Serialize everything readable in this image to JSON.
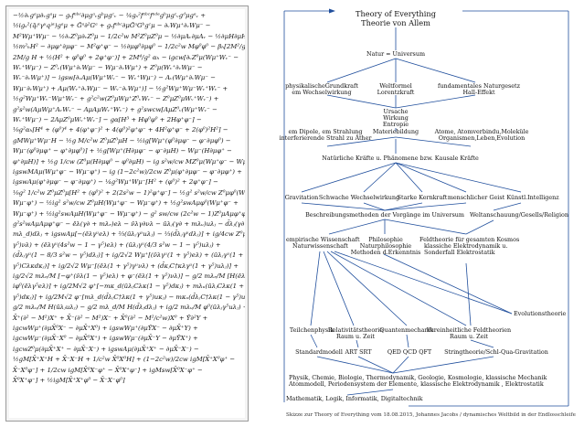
{
  "equation_panel": {
    "lines": [
      "−½∂ᵥgᵃμ∂ᵥgᵃμ − gₛfᵃᵇᶜ∂μgᵃᵥgᵇμgᶜᵥ − ¼gₛ²fᵃᵇᶜfᵃᵈᵉgᵇμgᶜᵥgᵈμgᵉᵥ +",
      "½igₛ²(q̄ᵢᵅγᵘqʲᵅ)gᵃμ + Ḡᵃ∂²Gᵃ + gₛfᵃᵇᶜ∂μḠᵃGᵇgᶜμ − ∂ᵥWμ⁺∂ᵥWμ⁻ −",
      "M²Wμ⁺Wμ⁻ − ½∂ᵥZ⁰μ∂ᵥZ⁰μ − 1/2c²w M²Z⁰μZ⁰μ − ½∂μAᵥ∂μAᵥ − ½∂μH∂μH −",
      "½m²ₕH² − ∂μφ⁺∂μφ⁻ − M²φ⁺φ⁻ − ½∂μφ⁰∂μφ⁰ − 1/2c²w Mφ⁰φ⁰ − βₕ[2M²/g² +",
      "2M/g H + ½(H² + φ⁰φ⁰ + 2φ⁺φ⁻)] + 2M⁴/g² αₕ − igcw[∂ᵥZ⁰μ(Wμ⁺Wᵥ⁻ −",
      "Wᵥ⁺Wμ⁻) − Z⁰ᵥ(Wμ⁺∂ᵥWμ⁻ − Wμ⁻∂ᵥWμ⁺) + Z⁰μ(Wᵥ⁺∂ᵥWμ⁻ −",
      "Wᵥ⁻∂ᵥWμ⁺)] − igsw[∂ᵥAμ(Wμ⁺Wᵥ⁻ − Wᵥ⁺Wμ⁻) − Aᵥ(Wμ⁺∂ᵥWμ⁻ −",
      "Wμ⁻∂ᵥWμ⁺) + Aμ(Wᵥ⁺∂ᵥWμ⁻ − Wᵥ⁻∂ᵥWμ⁺)] − ½g²Wμ⁺Wμ⁻Wᵥ⁺Wᵥ⁻ +",
      "½g²Wμ⁺Wᵥ⁻Wμ⁺Wᵥ⁻ + g²c²w(Z⁰μWμ⁺Z⁰ᵥWᵥ⁻ − Z⁰μZ⁰μWᵥ⁺Wᵥ⁻) +",
      "g²s²w(AμWμ⁺AᵥWᵥ⁻ − AμAμWᵥ⁺Wᵥ⁻) + g²swcw[AμZ⁰ᵥ(Wμ⁺Wᵥ⁻ −",
      "Wᵥ⁺Wμ⁻) − 2AμZ⁰μWᵥ⁺Wᵥ⁻] − gα[H³ + Hφ⁰φ⁰ + 2Hφ⁺φ⁻] −",
      "⅛g²αₕ[H⁴ + (φ⁰)⁴ + 4(φ⁺φ⁻)² + 4(φ⁰)²φ⁺φ⁻ + 4H²φ⁺φ⁻ + 2(φ⁰)²H²] −",
      "gMWμ⁺Wμ⁻H − ½g M/c²w Z⁰μZ⁰μH − ½ig[Wμ⁺(φ⁰∂μφ⁻ − φ⁻∂μφ⁰) −",
      "Wμ⁻(φ⁰∂μφ⁺ − φ⁺∂μφ⁰)] + ½g[Wμ⁺(H∂μφ⁻ − φ⁻∂μH) − Wμ⁻(H∂μφ⁺ −",
      "φ⁺∂μH)] + ½g 1/cw (Z⁰μ(H∂μφ⁰ − φ⁰∂μH) − ig s²w/cw MZ⁰μ(Wμ⁺φ⁻ − Wμ⁻φ⁺) +",
      "igswMAμ(Wμ⁺φ⁻ − Wμ⁻φ⁺) − ig (1−2c²w)/2cw Z⁰μ(φ⁺∂μφ⁻ − φ⁻∂μφ⁺) +",
      "igswAμ(φ⁺∂μφ⁻ − φ⁻∂μφ⁺) − ¼g²Wμ⁺Wμ⁻[H² + (φ⁰)² + 2φ⁺φ⁻] −",
      "⅛g² 1/c²w Z⁰μZ⁰μ[H² + (φ⁰)² + 2(2s²w − 1)²φ⁺φ⁻] − ½g² s²w/cw Z⁰μφ⁰(Wμ⁺φ⁻ +",
      "Wμ⁻φ⁺) − ½ig² s²w/cw Z⁰μH(Wμ⁺φ⁻ − Wμ⁻φ⁺) + ½g²swAμφ⁰(Wμ⁺φ⁻ +",
      "Wμ⁻φ⁺) + ½ig²swAμH(Wμ⁺φ⁻ − Wμ⁻φ⁺) − g² sw/cw (2c²w − 1)Z⁰μAμφ⁺φ⁻ −",
      "g²s²wAμAμφ⁺φ⁻ − ēλ(γ∂ + mλₑ)eλ − ν̄λγ∂νλ − ūλⱼ(γ∂ + mλᵤ)uλⱼ − d̄λⱼ(γ∂ +",
      "mλ_d)dλⱼ + igswAμ[−(ēλγᵘeλ) + ⅔(ūλⱼγᵘuλⱼ) − ⅓(d̄λⱼγᵘdλⱼ)] + ig/4cw Z⁰μ[(ν̄λγᵘ(1 +",
      "γ⁵)νλ) + (ēλγᵘ(4s²w − 1 − γ⁵)eλ) + (ūλⱼγᵘ(4/3 s²w − 1 − γ⁵)uλⱼ) +",
      "(d̄λⱼγᵘ(1 − 8/3 s²w − γ⁵)dλⱼ)] + ig/2√2 Wμ⁺[(ν̄λγᵘ(1 + γ⁵)eλ) + (ūλⱼγᵘ(1 +",
      "γ⁵)Cλκdκⱼ)] + ig/2√2 Wμ⁻[(ēλ(1 + γ⁵)γᵘνλ) + (d̄κⱼC†κλγᵘ(1 + γ⁵)uλⱼ)] +",
      "ig/2√2 mλₑ/M [−φ⁺(ν̄λ(1 − γ⁵)eλ) + φ⁻(ēλ(1 + γ⁵)νλ)] − g/2 mλₑ/M [H(ēλeλ) +",
      "iφ⁰(ēλγ⁵eλ)] + ig/2M√2 φ⁺[−mκ_d(ūλⱼCλκ(1 − γ⁵)dκⱼ) + mλᵤ(ūλⱼCλκ(1 +",
      "γ⁵)dκⱼ)] + ig/2M√2 φ⁻[mλ_d(d̄λⱼC†λκ(1 + γ⁵)uκⱼ) − mκᵤ(d̄λⱼC†λκ(1 − γ⁵)uκⱼ)] −",
      "g/2 mλᵤ/M H(ūλⱼuλⱼ) − g/2 mλ_d/M H(d̄λⱼdλⱼ) + ig/2 mλᵤ/M φ⁰(ūλⱼγ⁵uλⱼ) − ig/2 mλ_d/M φ⁰(d̄λⱼγ⁵dλⱼ) +",
      "X̄⁺(∂² − M²)X⁺ + X̄⁻(∂² − M²)X⁻ + X̄⁰(∂² − M²/c²w)X⁰ + Ȳ∂²Y +",
      "igcwWμ⁺(∂μX̄⁰X⁻ − ∂μX̄⁺X⁰) + igswWμ⁺(∂μȲX⁻ − ∂μX̄⁺Y) +",
      "igcwWμ⁻(∂μX̄⁻X⁰ − ∂μX̄⁰X⁺) + igswWμ⁻(∂μX̄⁻Y − ∂μȲX⁺) +",
      "igcwZ⁰μ(∂μX̄⁺X⁺ − ∂μX̄⁻X⁻) + igswAμ(∂μX̄⁺X⁺ − ∂μX̄⁻X⁻) −",
      "½gM[X̄⁺X⁺H + X̄⁻X⁻H + 1/c²w X̄⁰X⁰H] + (1−2c²w)/2cw igM[X̄⁺X⁰φ⁺ −",
      "X̄⁻X⁰φ⁻] + 1/2cw igM[X̄⁰X⁻φ⁺ − X̄⁰X⁺φ⁻] + igMsw[X̄⁰X⁻φ⁺ −",
      "X̄⁰X⁺φ⁻] + ½igM[X̄⁺X⁺φ⁰ − X̄⁻X⁻φ⁰]"
    ]
  },
  "diagram": {
    "title_line1": "Theory of Everything",
    "title_line2": "Theorie von Allem",
    "nature_universe": "Natur = Universum",
    "physical_basis_line1": "physikalischeGrundkraft",
    "physical_basis_line2": "em Wechselwirkung",
    "world_formula_line1": "Weltformel",
    "world_formula_line2": "Lorentzkraft",
    "fundamental_law_line1": "fundamentales Naturgesetz",
    "fundamental_law_line2": "Hall-Effekt",
    "cause_effect_line1": "Ursache",
    "cause_effect_line2": "Wirkung",
    "cause_effect_line3": "Entropie",
    "matter_formation": "Materiebildung",
    "dipole_line1": "em Dipole, em Strahlung",
    "dipole_line2": "interferierende Strahl zu Äther",
    "atoms_line1": "Atome, Atomverbindu,Moleküle",
    "atoms_line2": "Organismen,Leben,Evolution",
    "forces_phenomena": "Natürliche Kräfte u. Phänomene bzw. Kausale Kräfte",
    "gravitation": "Gravitation",
    "weak_force": "Schwache Wechselwirkung",
    "strong_force": "Starke Kernkraft",
    "human_mind": "menschlicher Geist",
    "ai": "Künstl.Intelligenz",
    "methods_description": "Beschreibungsmethoden der Vorgänge im Universum",
    "worldview": "Weltanschauung/Gesells/Religion",
    "empirical_line1": "empirische Wissenschaft",
    "empirical_line2": "Naturwissenschaft",
    "philosophy_line1": "Philosophie",
    "philosophy_line2": "Naturphilosophie",
    "philosophy_line3": "Methoden d.Erkenntnis",
    "field_theory_line1": "Feldtheorie für gesamten Kosmos",
    "field_theory_line2": "klassiche Elektrodynamik u.",
    "field_theory_line3": "Sonderfall  Elektrostatik",
    "evolution_theory": "Evolutionstheorie",
    "particle_physics": "Teilchenphysik",
    "relativity_line1": "Relativitätstheorie",
    "relativity_line2": "Raum u. Zeit",
    "quantum_mechanics": "Quantenmechanik",
    "unified_line1": "Vereinheitliche Feldtheorien",
    "unified_line2": "Raum u. Zeit",
    "standard_model": "Standardmodell",
    "art_srt": "ART SRT",
    "qed_qcd_qft": "QED QCD QFT",
    "string_theory": "Stringtheorie/Schl-Qua-Gravitation",
    "sciences_line1": "Physik, Chemie, Biologie, Thermodynamik, Geologie, Kosmologie, klassische Mechanik",
    "sciences_line2": "Atommodell, Periodensystem der Elemente, klassische Elektrodynamik , Elektrostatik",
    "math_line": "Mathematik, Logik, Informatik, Digitaltechnik",
    "caption": "Skizze zur Theory of Everything vom 18.08.2015, Johannes Jacobs / dynamisches Weltbild in der Endlosschleife"
  }
}
